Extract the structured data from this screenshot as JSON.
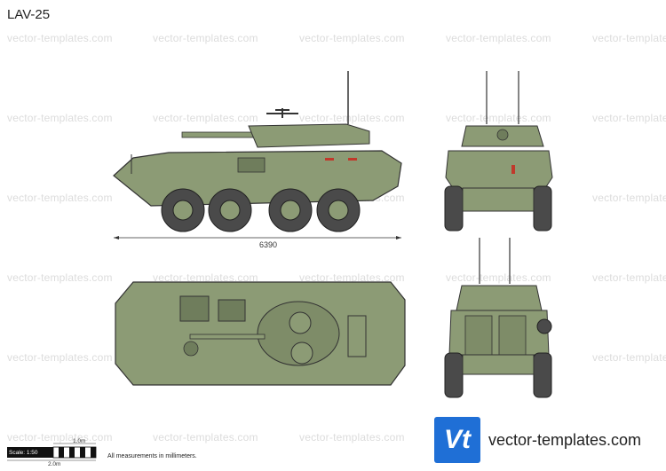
{
  "title": "LAV-25",
  "watermark": "vector-templates.com",
  "dimension_length": "6390",
  "scale": {
    "label": "Scale: 1:50",
    "one_m": "1.0m",
    "two_m": "2.0m"
  },
  "note": "All measurements in millimeters.",
  "brand": {
    "logo_text": "Vt",
    "site": "vector-templates.com",
    "color": "#1f6fd6"
  },
  "colors": {
    "hull": "#8c9b75",
    "hull_dark": "#6f7d5c",
    "tire": "#4a4a4a",
    "detail": "#c0392b"
  }
}
